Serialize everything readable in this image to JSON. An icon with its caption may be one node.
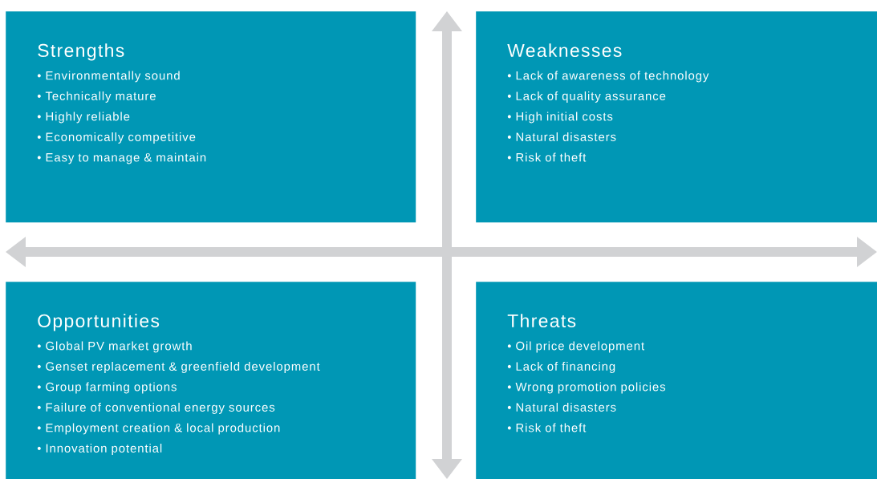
{
  "diagram": {
    "nodes": [
      {
        "text": [
          "Strengths",
          "• Environmentally sound",
          "• Technically mature",
          "• Highly reliable",
          "• Economically competitive",
          "• Easy to manage & maintain"
        ]
      },
      {
        "text": [
          "Weaknesses",
          "• Lack of awareness of technology",
          "• Lack of quality assurance",
          "• High initial costs",
          "• Natural disasters",
          "• Risk of theft"
        ]
      },
      {
        "text": [
          "Opportunities",
          "• Global PV market growth",
          "• Genset replacement & greenfield development",
          "• Group farming options",
          "• Failure of conventional energy sources",
          "• Employment creation & local production",
          "• Innovation potential"
        ]
      },
      {
        "text": [
          "Threats",
          "• Oil price development",
          "• Lack of financing",
          "• Wrong promotion policies",
          "• Natural disasters",
          "• Risk of theft"
        ]
      }
    ]
  }
}
